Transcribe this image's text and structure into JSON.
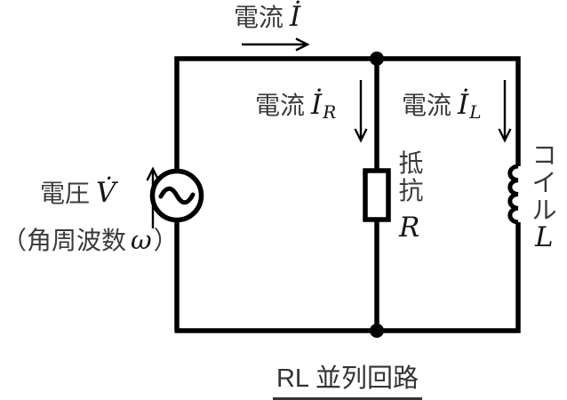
{
  "colors": {
    "wire": "#000000",
    "label_text": "#3a3a3a",
    "math_text": "#161616",
    "caption_text": "#333333",
    "background": "#ffffff"
  },
  "labels": {
    "current_total": {
      "text": "電流",
      "symbol": "İ"
    },
    "current_r": {
      "text": "電流",
      "symbol": "İ",
      "sub": "R"
    },
    "current_l": {
      "text": "電流",
      "symbol": "İ",
      "sub": "L"
    },
    "voltage": {
      "text": "電圧",
      "symbol": "V̇"
    },
    "angular_frequency": {
      "open": "（角周波数",
      "symbol": "ω",
      "close": "）"
    }
  },
  "components": {
    "source": {
      "type": "ac-voltage-source"
    },
    "resistor": {
      "label": "抵抗",
      "symbol": "R"
    },
    "inductor": {
      "label": "コイル",
      "symbol": "L"
    }
  },
  "caption": {
    "text": "RL 並列回路"
  }
}
